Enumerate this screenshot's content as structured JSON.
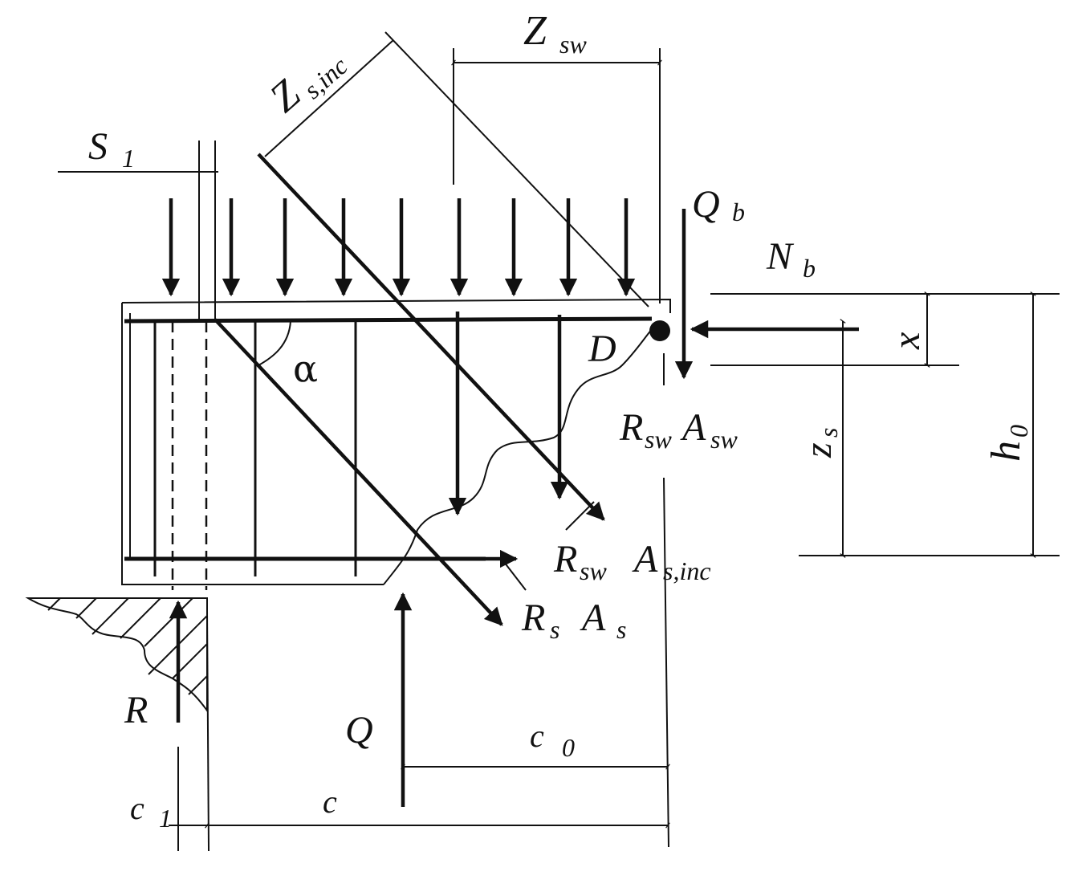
{
  "labels": {
    "z_s_inc_main": "Z",
    "z_s_inc_sub": "s,inc",
    "z_sw_main": "Z",
    "z_sw_sub": "sw",
    "s1_main": "S",
    "s1_sub": "1",
    "qb_main": "Q",
    "qb_sub": "b",
    "nb_main": "N",
    "nb_sub": "b",
    "d": "D",
    "alpha": "α",
    "x": "x",
    "zs_main": "z",
    "zs_sub": "s",
    "h0_main": "h",
    "h0_sub": "0",
    "rsw_asw_r": "R",
    "rsw_asw_r_sub": "sw",
    "rsw_asw_a": "A",
    "rsw_asw_a_sub": "sw",
    "rsw_asinc_r": "R",
    "rsw_asinc_r_sub": "sw",
    "rsw_asinc_a": "A",
    "rsw_asinc_a_sub": "s,inc",
    "rs_as_r": "R",
    "rs_as_r_sub": "s",
    "rs_as_a": "A",
    "rs_as_a_sub": "s",
    "r": "R",
    "q": "Q",
    "c0_main": "c",
    "c0_sub": "0",
    "c_main": "c",
    "c1_main": "c",
    "c1_sub": "1"
  },
  "colors": {
    "ink": "#111111",
    "paper": "#ffffff"
  }
}
